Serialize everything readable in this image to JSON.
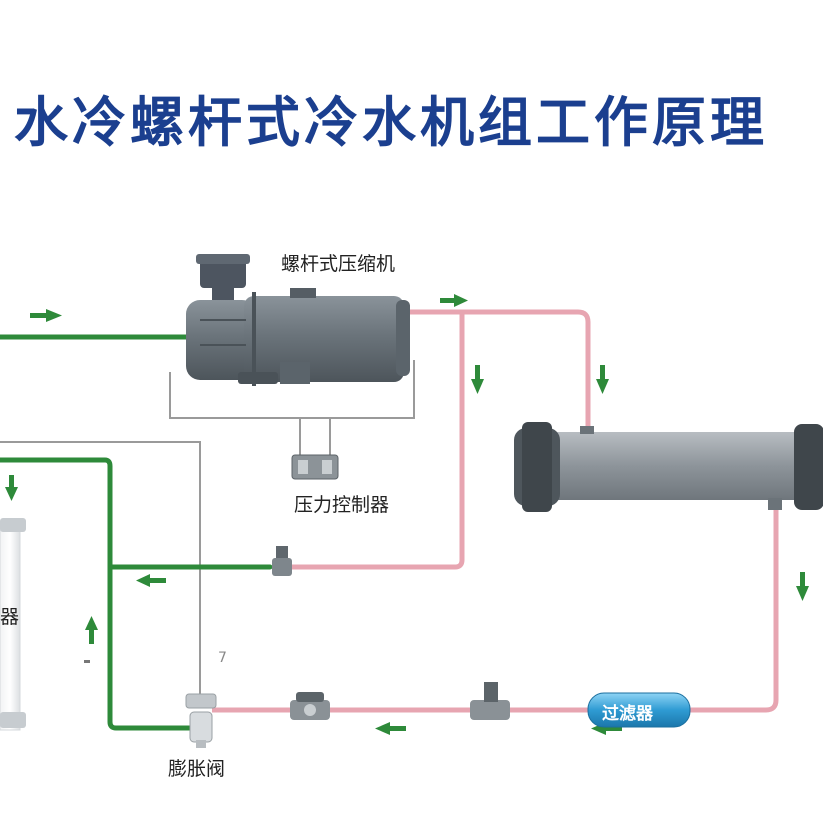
{
  "title": "水冷螺杆式冷水机组工作原理",
  "labels": {
    "compressor": "螺杆式压缩机",
    "pressure_controller": "压力控制器",
    "filter": "过滤器",
    "expansion_valve": "膨胀阀",
    "left_partial": "器",
    "small_mark": "7"
  },
  "colors": {
    "title": "#1b3f8f",
    "gas_pipe": "#2e8a3a",
    "liquid_pipe": "#e7a5b1",
    "control_line": "#9a9a9a",
    "equipment": "#6d767d",
    "filter": "#3fa6d8"
  }
}
